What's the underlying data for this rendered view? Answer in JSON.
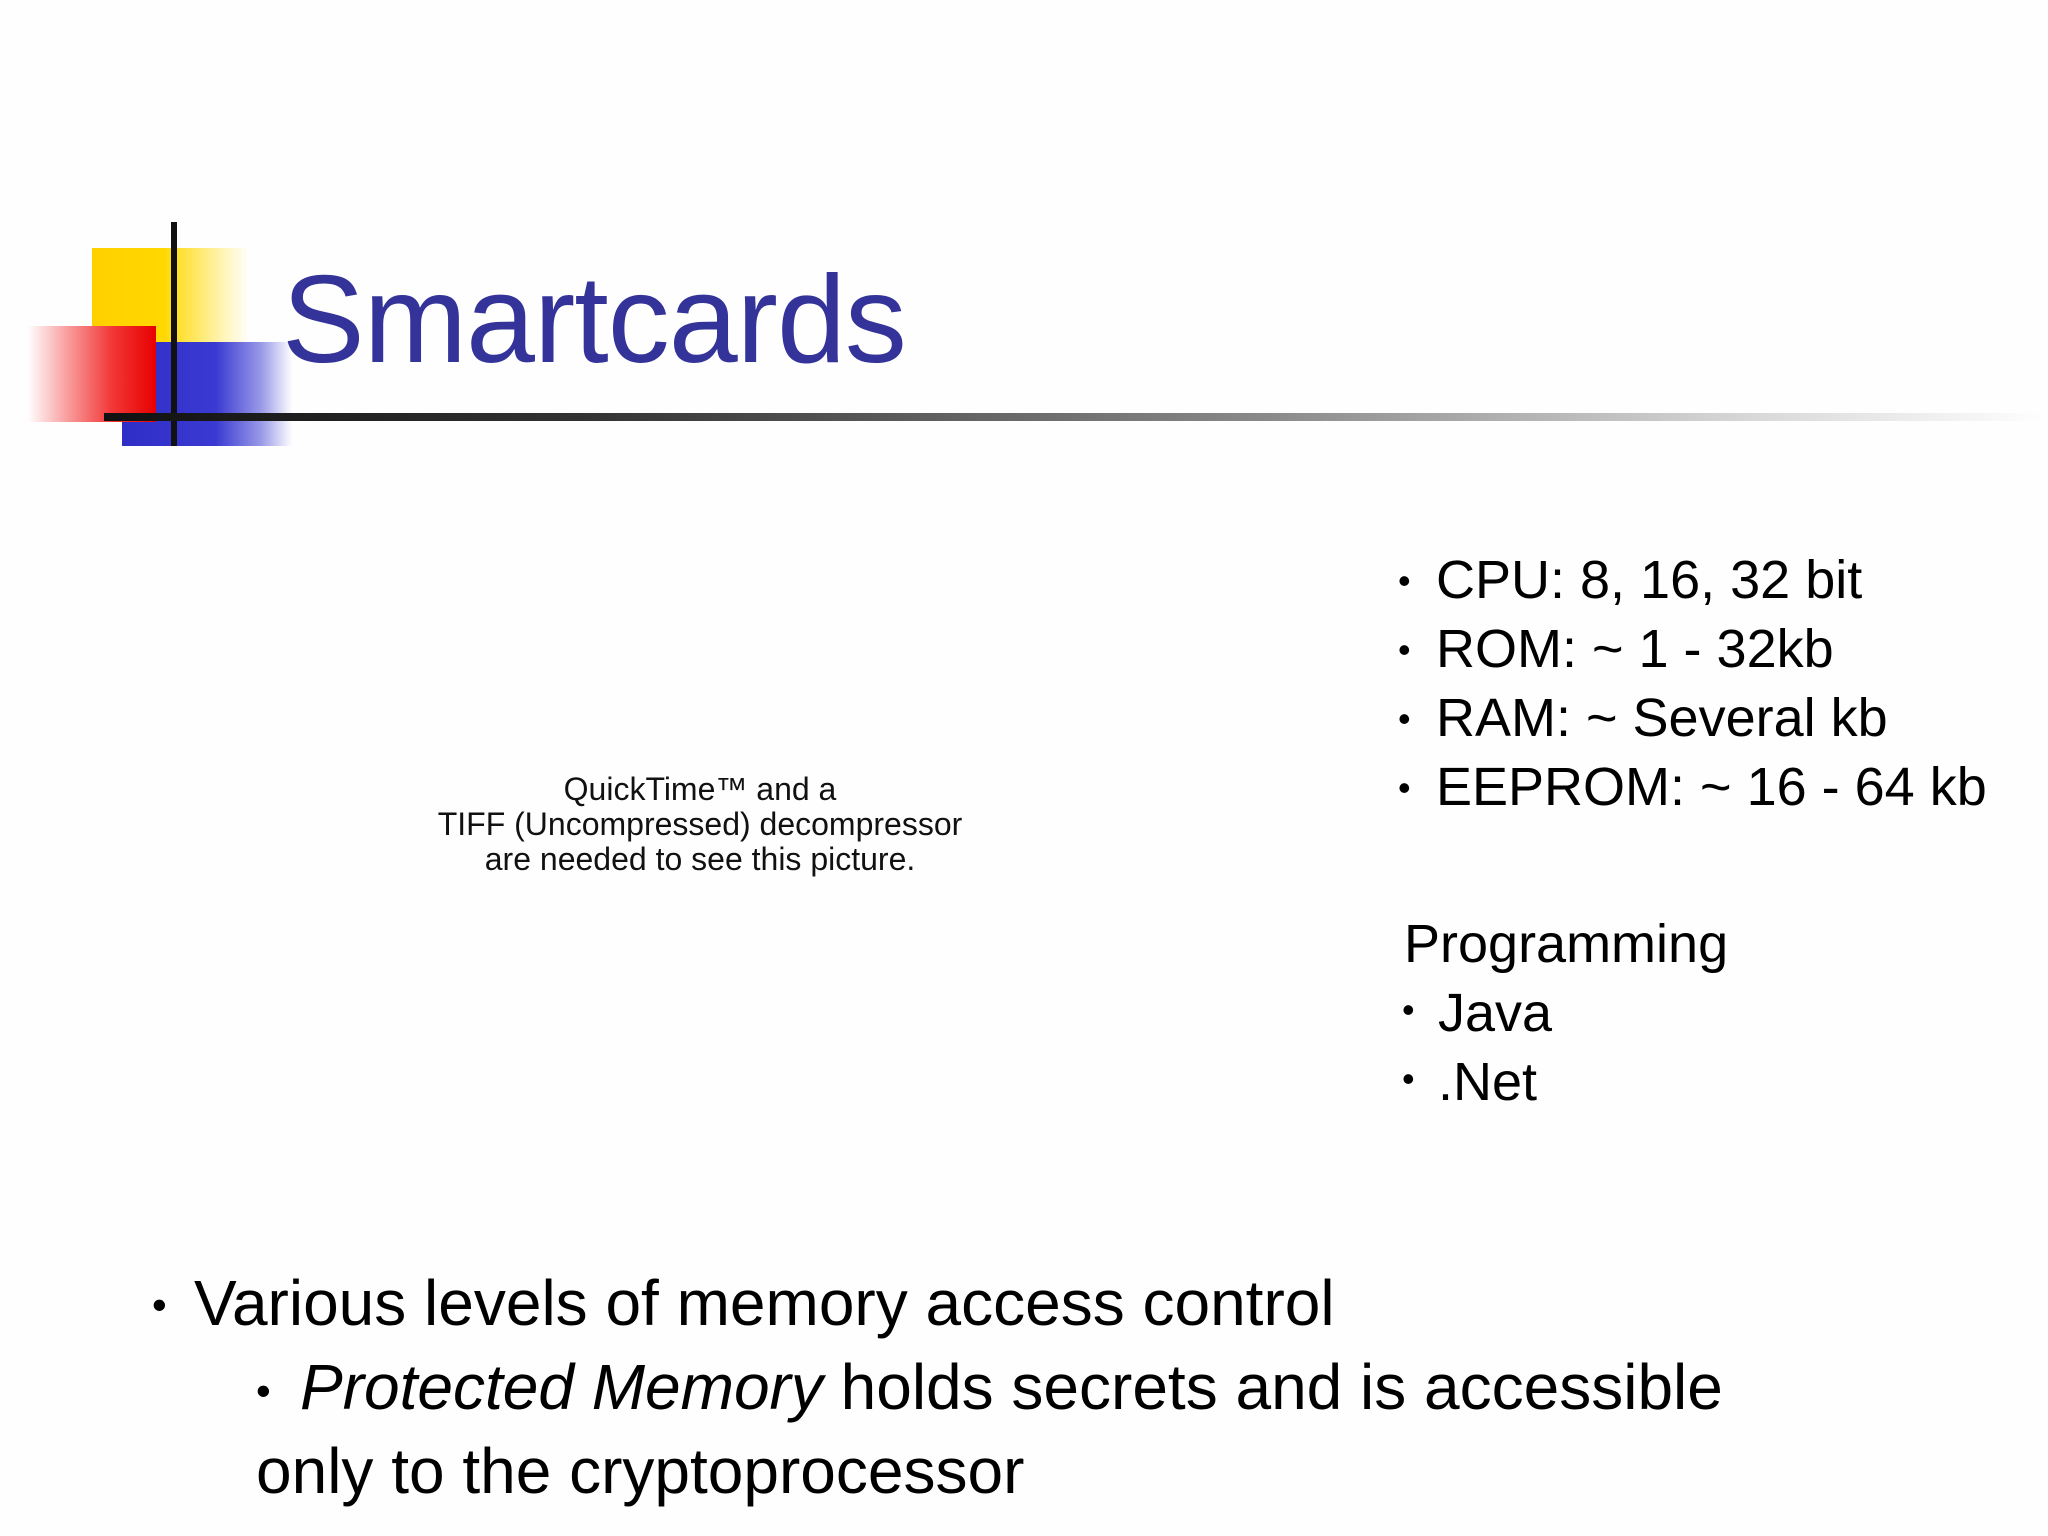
{
  "slide": {
    "title": "Smartcards",
    "image_placeholder": {
      "lines": [
        "QuickTime™ and a",
        "TIFF (Uncompressed) decompressor",
        "are needed to see this picture."
      ]
    },
    "specs": [
      "CPU: 8, 16, 32 bit",
      "ROM: ~ 1 - 32kb",
      "RAM: ~ Several kb",
      "EEPROM: ~ 16 - 64 kb"
    ],
    "programming": {
      "heading": "Programming",
      "items": [
        "Java",
        ".Net"
      ]
    },
    "bottom": {
      "bullet": "Various levels of memory access control",
      "sub_bullet": {
        "emphasis": "Protected Memory",
        "rest": " holds secrets and is accessible",
        "line2": "only to the cryptoprocessor"
      }
    },
    "colors": {
      "title": "#333399",
      "accent_yellow": "#ffd000",
      "accent_blue": "#3333cc",
      "accent_red": "#e80000"
    },
    "bullet_char": "•"
  }
}
